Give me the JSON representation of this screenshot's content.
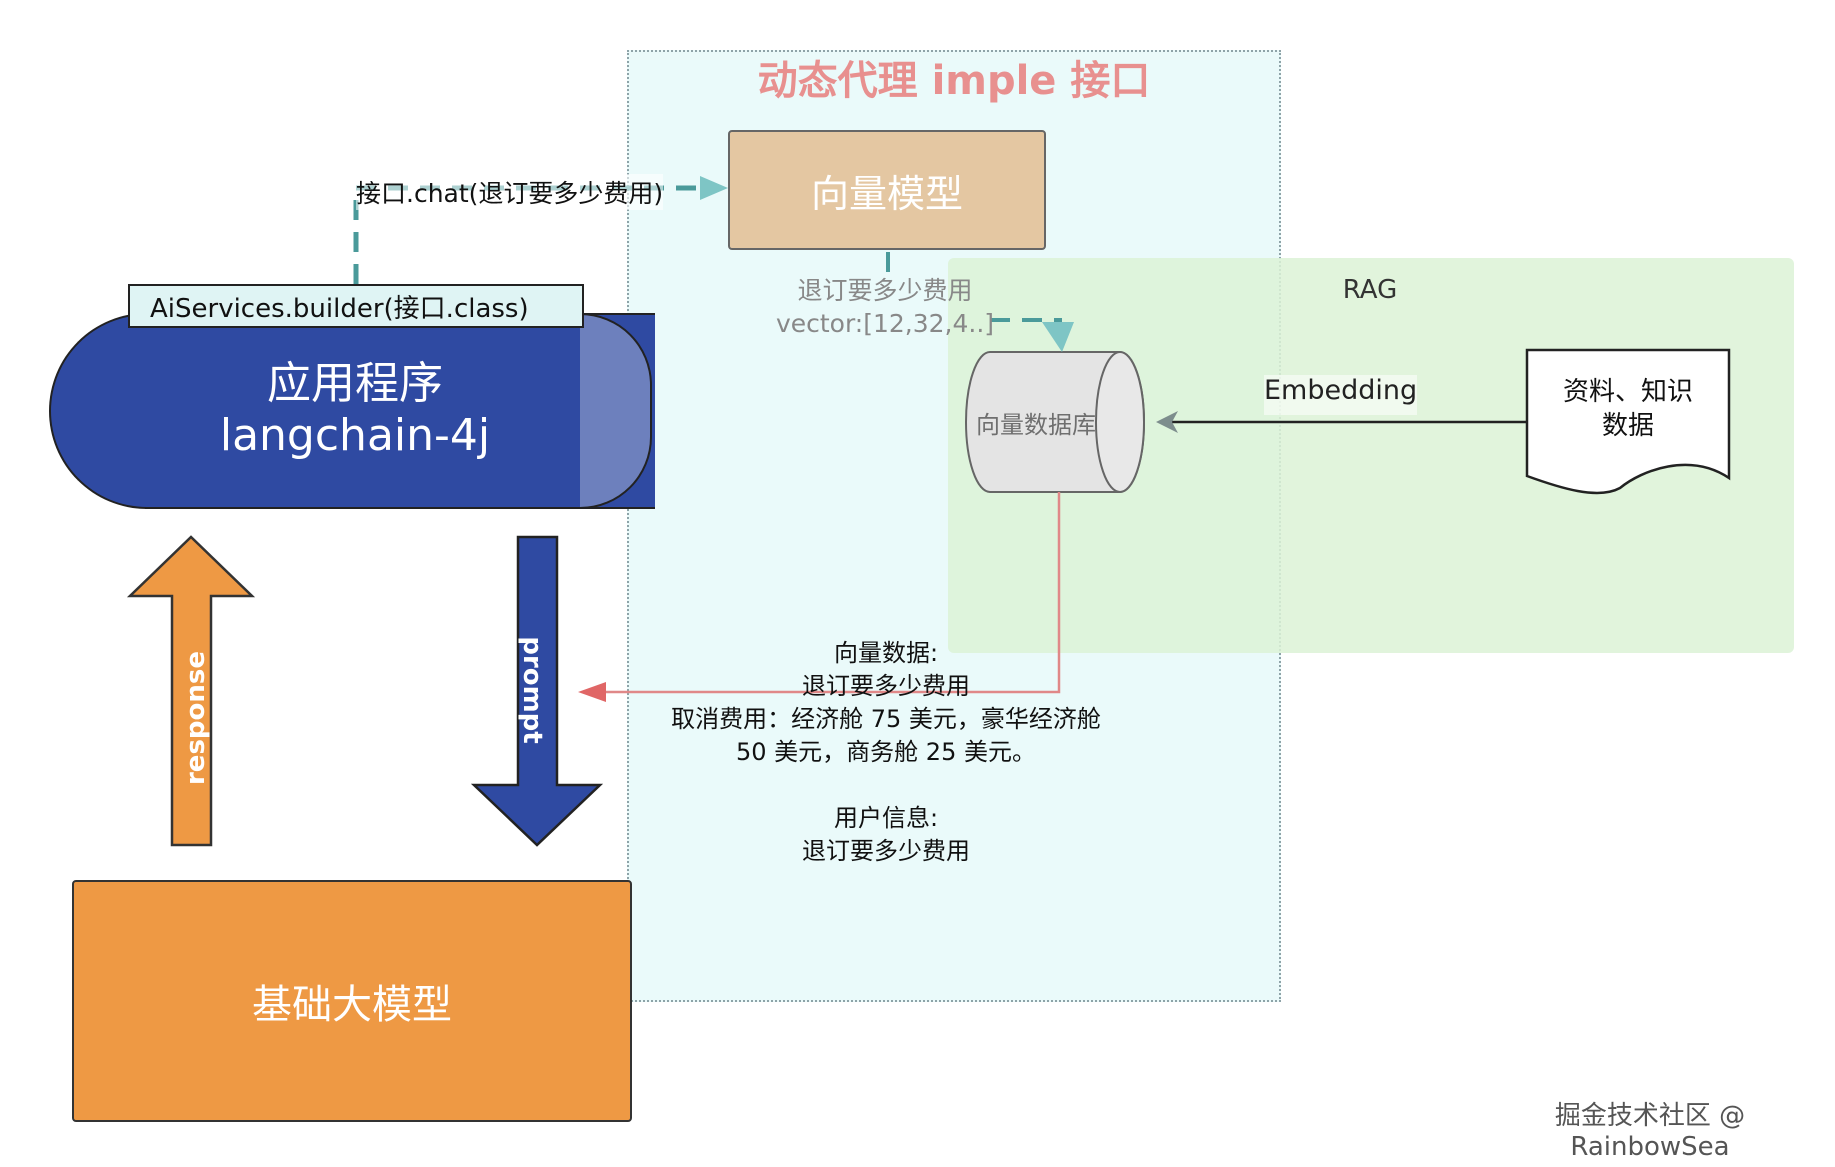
{
  "proxy_region": {
    "title": "动态代理 imple 接口"
  },
  "rag_region": {
    "label": "RAG"
  },
  "app": {
    "title_line1": "应用程序",
    "title_line2": "langchain-4j"
  },
  "builder": {
    "label": "AiServices.builder(接口.class)"
  },
  "base_model": {
    "label": "基础大模型"
  },
  "vector_model": {
    "label": "向量模型"
  },
  "vector_db": {
    "label": "向量数据库"
  },
  "document": {
    "line1": "资料、知识",
    "line2": "数据"
  },
  "edges": {
    "chat_call": "接口.chat(退订要多少费用)",
    "embedding": "Embedding",
    "vector_query_line1": "退订要多少费用",
    "vector_query_line2": "vector:[12,32,4..]",
    "response": "response",
    "prompt": "prompt"
  },
  "prompt_content": {
    "line1": "向量数据:",
    "line2": "退订要多少费用",
    "line3": "取消费用：经济舱 75 美元，豪华经济舱",
    "line4": "50 美元，商务舱 25 美元。",
    "line5": "用户信息:",
    "line6": "退订要多少费用"
  },
  "watermark": "掘金技术社区 @ RainbowSea",
  "colors": {
    "app_blue": "#2f4aa2",
    "base_orange": "#ee9944",
    "vector_model_tan": "#e4c7a2",
    "proxy_title_pink": "#e8908f",
    "teal_arrow": "#4aa5a5",
    "red_arrow": "#e06666"
  }
}
